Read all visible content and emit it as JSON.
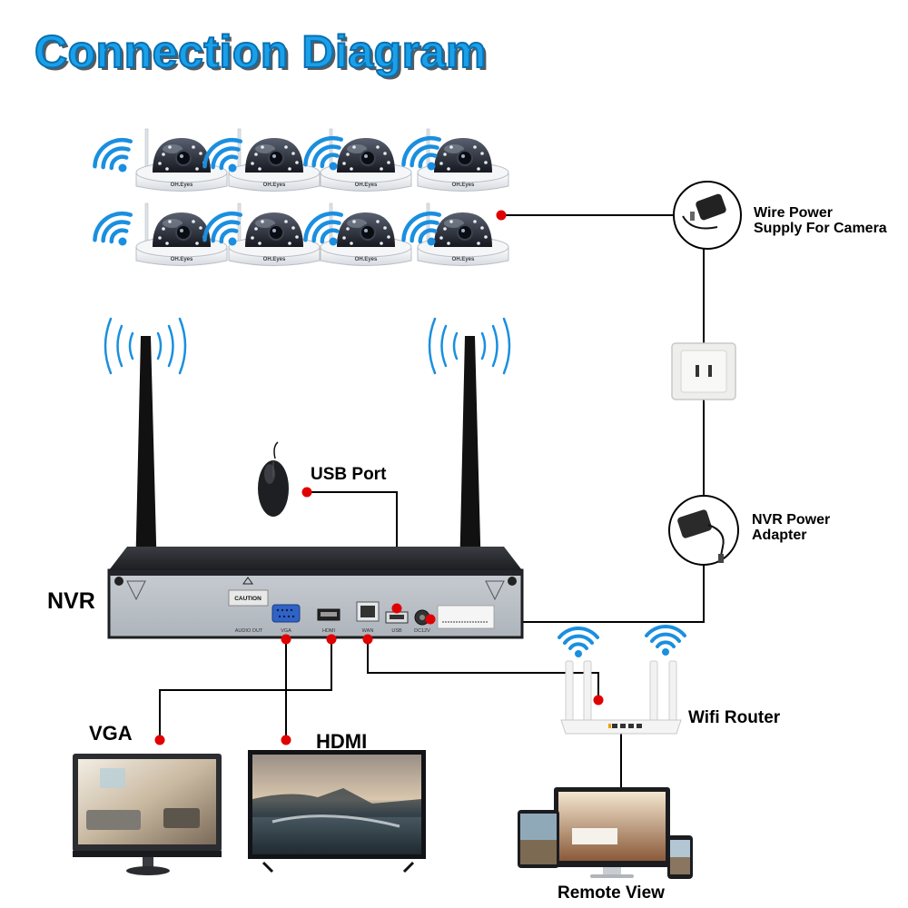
{
  "title": "Connection Diagram",
  "labels": {
    "wire_power_line1": "Wire Power",
    "wire_power_line2": "Supply For Camera",
    "usb_port": "USB Port",
    "nvr": "NVR",
    "nvr_power_line1": "NVR Power",
    "nvr_power_line2": "Adapter",
    "wifi_router": "Wifi Router",
    "vga": "VGA",
    "hdmi": "HDMI",
    "remote_view": "Remote View"
  },
  "panel": {
    "caution": "CAUTION",
    "audio_out": "AUDIO OUT",
    "vga": "VGA",
    "hdmi": "HDMI",
    "wan": "WAN",
    "usb": "USB",
    "dc": "DC12V"
  },
  "camera_brand": "OH.Eyes",
  "camera_count": 8,
  "colors": {
    "title_fill": "#1aa0e8",
    "wifi": "#1a8fe0",
    "connector_dot": "#e00000",
    "line": "#000000"
  }
}
